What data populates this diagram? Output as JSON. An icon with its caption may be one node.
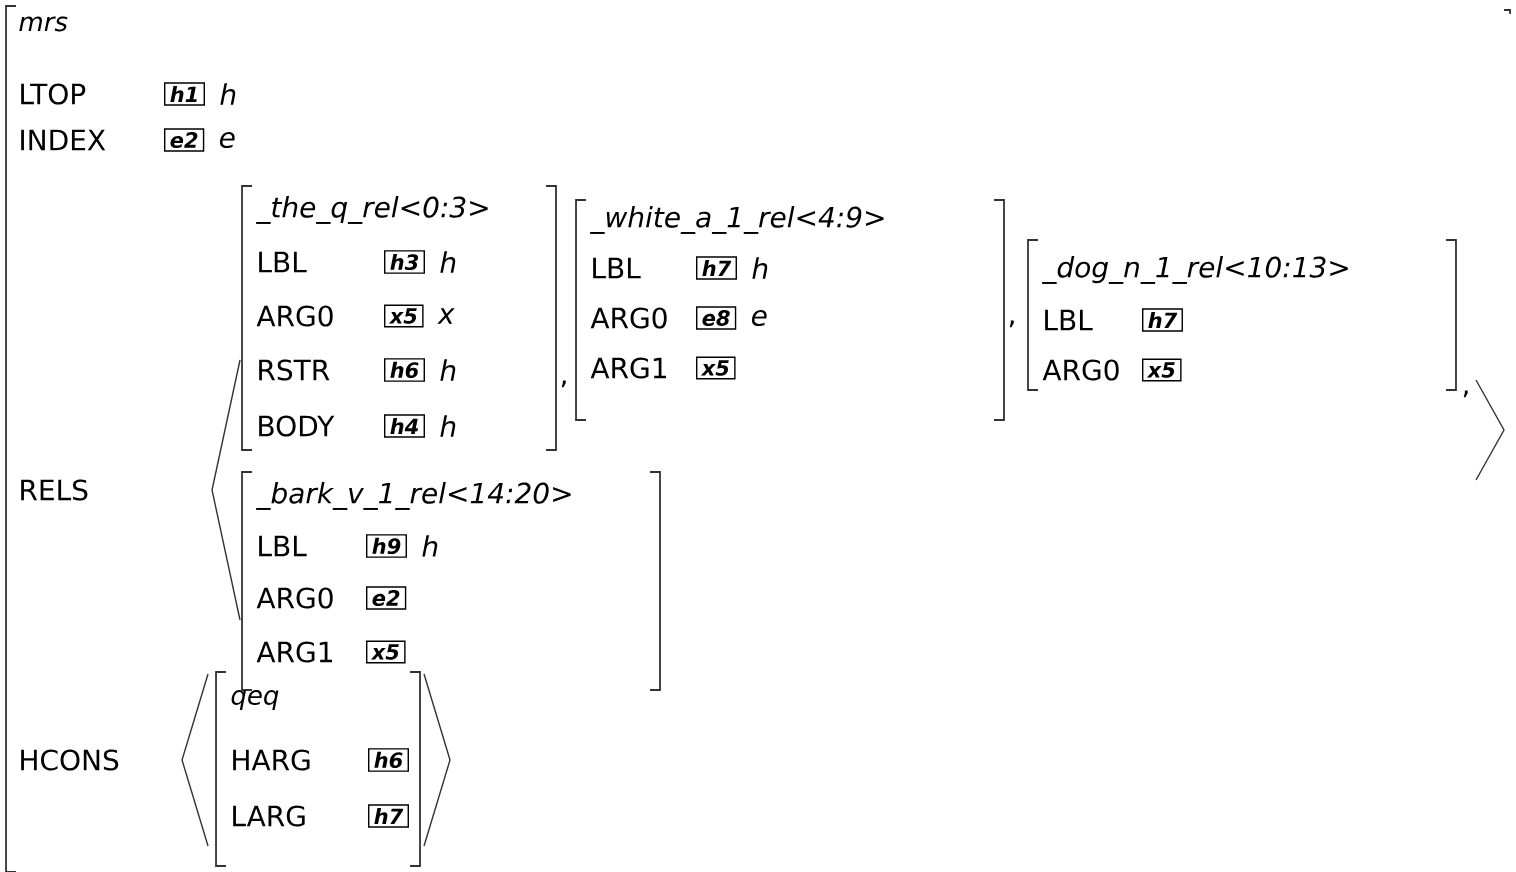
{
  "diagram": {
    "nodes": [
      {
        "text": [
          "mrs",
          "LTOP",
          "INDEX",
          "RELS",
          "HCONS"
        ]
      },
      {
        "text": [
          "h1"
        ],
        "in": 0,
        "beside": [
          "h"
        ]
      },
      {
        "text": [
          "e2"
        ],
        "in": 0,
        "beside": [
          "e"
        ]
      },
      {
        "text": [
          "_the_q_rel<0:3>",
          "LBL",
          "ARG0",
          "RSTR",
          "BODY"
        ],
        "in": 0
      },
      {
        "text": [
          "h3"
        ],
        "in": 3,
        "beside": [
          "h"
        ]
      },
      {
        "text": [
          "x5"
        ],
        "in": 3,
        "beside": [
          "x"
        ]
      },
      {
        "text": [
          "h6"
        ],
        "in": 3,
        "beside": [
          "h"
        ]
      },
      {
        "text": [
          "h4"
        ],
        "in": 3,
        "beside": [
          "h"
        ]
      },
      {
        "text": [
          "_white_a_1_rel<4:9>",
          "LBL",
          "ARG0",
          "ARG1"
        ],
        "in": 0
      },
      {
        "text": [
          "h7"
        ],
        "in": 8,
        "beside": [
          "h"
        ]
      },
      {
        "text": [
          "e8"
        ],
        "in": 8,
        "beside": [
          "e"
        ]
      },
      {
        "text": [
          "x5"
        ],
        "in": 8
      },
      {
        "text": [
          "_dog_n_1_rel<10:13>",
          "LBL",
          "ARG0"
        ],
        "in": 0
      },
      {
        "text": [
          "h7"
        ],
        "in": 12
      },
      {
        "text": [
          "x5"
        ],
        "in": 12
      },
      {
        "text": [
          "_bark_v_1_rel<14:20>",
          "LBL",
          "ARG0",
          "ARG1"
        ],
        "in": 0
      },
      {
        "text": [
          "h9"
        ],
        "in": 15,
        "beside": [
          "h"
        ]
      },
      {
        "text": [
          "e2"
        ],
        "in": 15
      },
      {
        "text": [
          "x5"
        ],
        "in": 15
      },
      {
        "text": [
          "qeq",
          "HARG",
          "LARG"
        ],
        "in": 0
      },
      {
        "text": [
          "h6"
        ],
        "in": 19
      },
      {
        "text": [
          "h7"
        ],
        "in": 19
      }
    ],
    "labels": [
      ",",
      ",",
      ","
    ]
  }
}
